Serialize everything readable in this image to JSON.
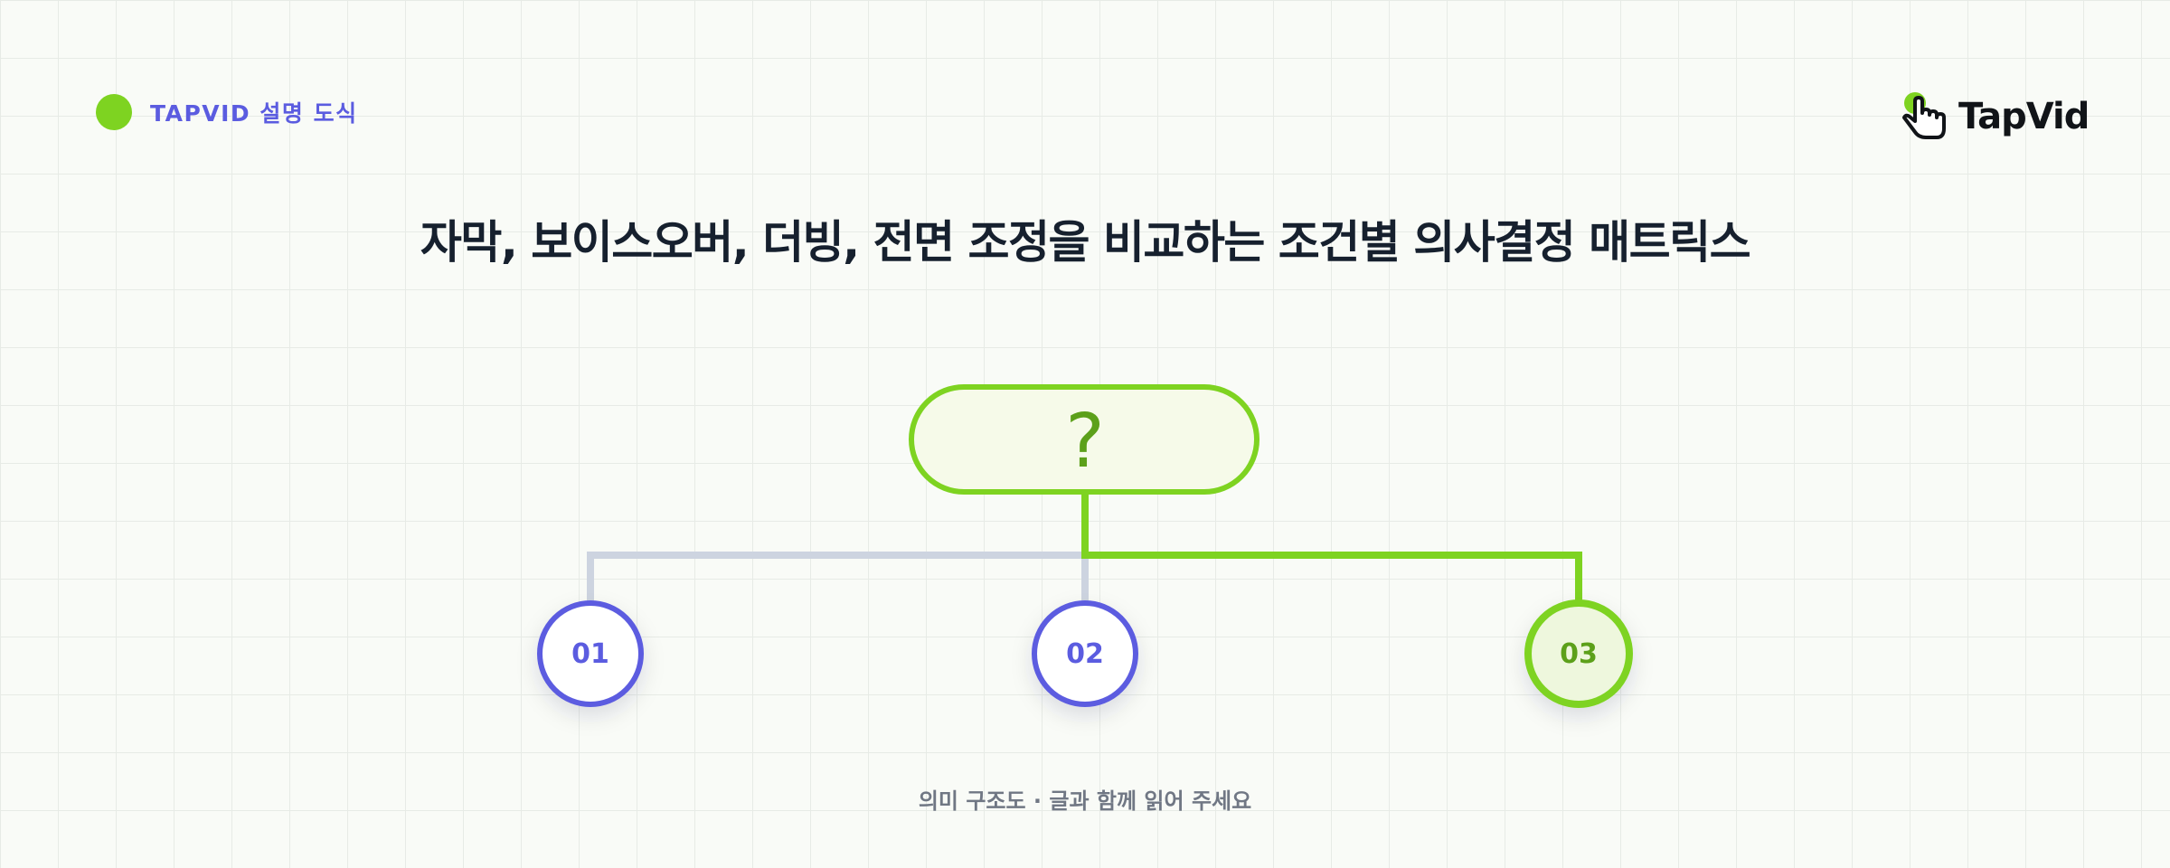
{
  "header": {
    "label": "TAPVID 설명 도식"
  },
  "logo": {
    "text": "TapVid",
    "icon": "tap-hand-icon"
  },
  "title": "자막, 보이스오버, 더빙, 전면 조정을 비교하는 조건별 의사결정 매트릭스",
  "diagram": {
    "root": {
      "label": "?"
    },
    "options": [
      {
        "label": "01",
        "highlighted": false
      },
      {
        "label": "02",
        "highlighted": false
      },
      {
        "label": "03",
        "highlighted": true
      }
    ]
  },
  "footer": {
    "caption": "의미 구조도 · 글과 함께 읽어 주세요"
  },
  "colors": {
    "accent_green": "#7ed321",
    "green_text": "#5ca01a",
    "accent_purple": "#5b5ce0",
    "connector_gray": "#cdd4e0",
    "title_text": "#16202e",
    "caption_text": "#707784"
  }
}
